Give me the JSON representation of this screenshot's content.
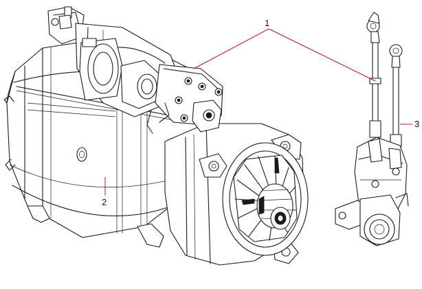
{
  "callouts": [
    {
      "label": "1",
      "part": "solenoid-switch"
    },
    {
      "label": "2",
      "part": "starter-motor-body"
    },
    {
      "label": "3",
      "part": "solenoid-with-cables"
    }
  ],
  "colors": {
    "line_art": "#1a1a1a",
    "leader_lines": "#c0121b",
    "background": "#ffffff"
  }
}
